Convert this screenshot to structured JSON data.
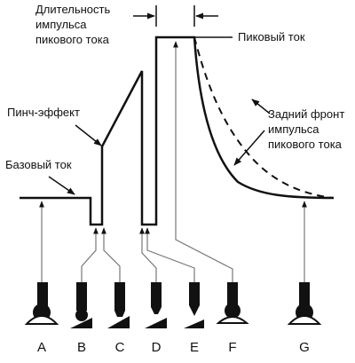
{
  "labels": {
    "pulse_duration": [
      "Длительность",
      "импульса",
      "пикового тока"
    ],
    "peak_current": "Пиковый ток",
    "pinch_effect": "Пинч-эффект",
    "base_current": "Базовый ток",
    "trailing_edge": [
      "Задний фронт",
      "импульса",
      "пикового тока"
    ]
  },
  "stages": [
    {
      "id": "A"
    },
    {
      "id": "B"
    },
    {
      "id": "C"
    },
    {
      "id": "D"
    },
    {
      "id": "E"
    },
    {
      "id": "F"
    },
    {
      "id": "G"
    }
  ],
  "colors": {
    "line": "#111111",
    "leader": "#777777"
  }
}
